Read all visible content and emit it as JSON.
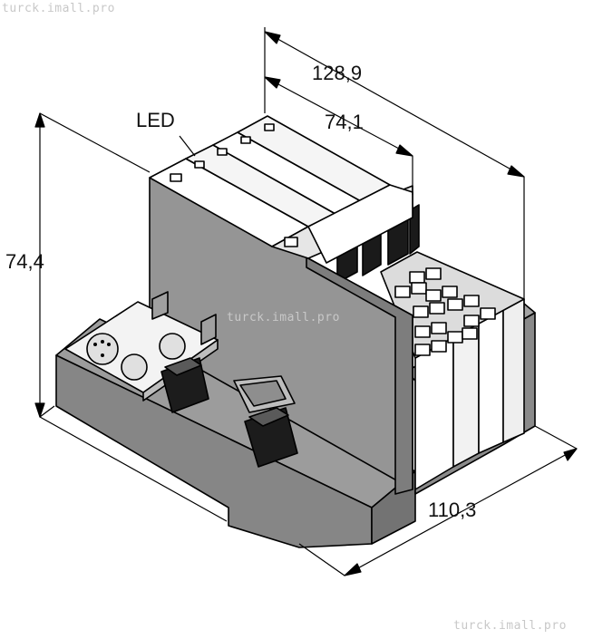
{
  "watermarks": {
    "top": "turck.imall.pro",
    "center": "turck.imall.pro",
    "bottom": "turck.imall.pro"
  },
  "labels": {
    "led": "LED",
    "height": "74,4",
    "overall_length": "128,9",
    "module_length": "74,1",
    "depth": "110,3"
  },
  "colors": {
    "body_light": "#9a9a9a",
    "body_mid": "#8a8a8a",
    "body_dark": "#6e6e6e",
    "module_face": "#ffffff",
    "line": "#000000"
  }
}
